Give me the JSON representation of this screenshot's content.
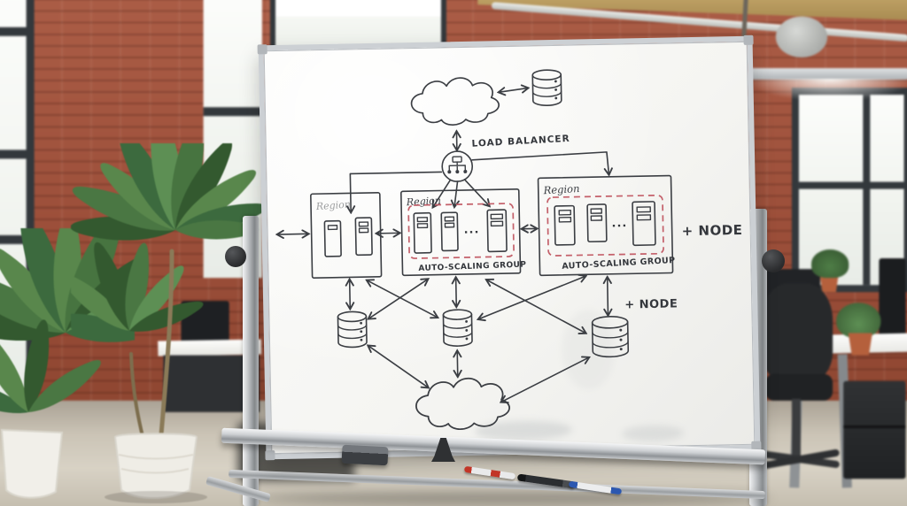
{
  "diagram": {
    "load_balancer_label": "LOAD BALANCER",
    "regions": [
      {
        "label": "Region",
        "server_count": 2
      },
      {
        "label": "Region",
        "group_label": "AUTO-SCALING GROUP",
        "server_count": 3,
        "ellipsis": "···"
      },
      {
        "label": "Region",
        "group_label": "AUTO-SCALING GROUP",
        "server_count": 3,
        "ellipsis": "···"
      }
    ],
    "annotations": [
      {
        "text": "+ NODE"
      },
      {
        "text": "+ NODE"
      }
    ],
    "components": [
      "internet-cloud",
      "database",
      "load-balancer",
      "region",
      "auto-scaling-group",
      "database-shard",
      "storage-cloud"
    ],
    "edges": [
      "internet-cloud <-> top-database",
      "internet-cloud <-> load-balancer",
      "load-balancer -> region-1",
      "load-balancer -> region-2-servers",
      "load-balancer -> region-3",
      "edge <-> region-1",
      "region-1 <-> region-2",
      "region-2 <-> region-3",
      "region-1 <-> db-shard-1",
      "region-1 <-> db-shard-2",
      "region-2 <-> db-shard-1",
      "region-2 <-> db-shard-2",
      "region-2 <-> db-shard-3",
      "region-3 <-> db-shard-2",
      "region-3 <-> db-shard-3",
      "db-shard-1 <-> storage-cloud",
      "db-shard-2 <-> storage-cloud",
      "db-shard-3 <-> storage-cloud"
    ],
    "colors": {
      "ink": "#3b3e43",
      "autoscaling_border": "#c4606a",
      "board": "#f8f8f6"
    }
  },
  "tray_items": {
    "eraser": "whiteboard-eraser",
    "markers": [
      {
        "color_name": "red",
        "hex": "#c23527"
      },
      {
        "color_name": "black",
        "hex": "#1f2123"
      },
      {
        "color_name": "blue",
        "hex": "#2b57b0"
      }
    ]
  }
}
